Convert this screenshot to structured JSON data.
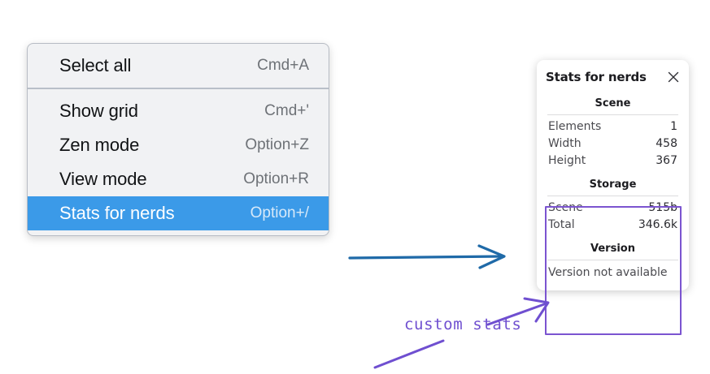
{
  "context_menu": {
    "name": "canvas-context-menu",
    "groups": [
      {
        "items": [
          {
            "label": "Select all",
            "shortcut": "Cmd+A",
            "selected": false
          }
        ]
      },
      {
        "items": [
          {
            "label": "Show grid",
            "shortcut": "Cmd+'",
            "selected": false
          },
          {
            "label": "Zen mode",
            "shortcut": "Option+Z",
            "selected": false
          },
          {
            "label": "View mode",
            "shortcut": "Option+R",
            "selected": false
          },
          {
            "label": "Stats for nerds",
            "shortcut": "Option+/",
            "selected": true
          }
        ]
      }
    ]
  },
  "stats_panel": {
    "title": "Stats for nerds",
    "close_icon": "close-icon",
    "sections": [
      {
        "heading": "Scene",
        "rows": [
          {
            "label": "Elements",
            "value": "1"
          },
          {
            "label": "Width",
            "value": "458"
          },
          {
            "label": "Height",
            "value": "367"
          }
        ]
      },
      {
        "heading": "Storage",
        "rows": [
          {
            "label": "Scene",
            "value": "515b"
          },
          {
            "label": "Total",
            "value": "346.6k"
          }
        ]
      },
      {
        "heading": "Version",
        "note": "Version not available",
        "rows": []
      }
    ]
  },
  "annotations": {
    "custom_stats_label": "custom stats",
    "arrow_blue_color": "#1f6aa8",
    "arrow_purple_color": "#6f4fd0",
    "highlight_box_color": "#7b54d0"
  }
}
